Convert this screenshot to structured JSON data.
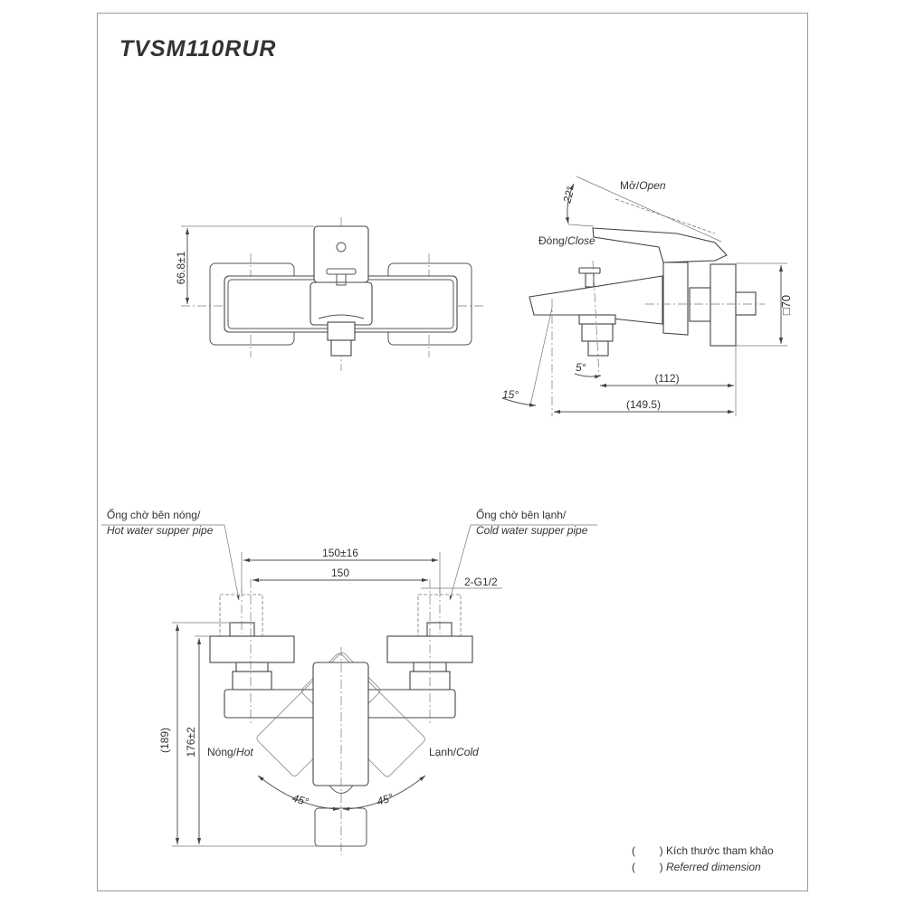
{
  "title": "TVSM110RUR",
  "front_view": {
    "dim_height": "66.8±1"
  },
  "side_view": {
    "open_label": "Mở/",
    "open_label_en": "Open",
    "close_label": "Đóng/",
    "close_label_en": "Close",
    "angle_lever": "22°",
    "angle_spout": "15°",
    "angle_outlet": "5°",
    "dim_112": "(112)",
    "dim_149": "(149.5)",
    "dim_square": "□70"
  },
  "bottom_view": {
    "hot_pipe_vi": "Ống chờ bên nóng/",
    "hot_pipe_en": "Hot water supper pipe",
    "cold_pipe_vi": "Ống chờ bên lạnh/",
    "cold_pipe_en": "Cold water supper pipe",
    "dim_150_16": "150±16",
    "dim_150": "150",
    "thread": "2-G1/2",
    "dim_189": "(189)",
    "dim_176": "176±2",
    "hot_vi": "Nóng/",
    "hot_en": "Hot",
    "cold_vi": "Lạnh/",
    "cold_en": "Cold",
    "angle_left": "45°",
    "angle_right": "45°"
  },
  "legend": {
    "paren": "(        )",
    "vi": "Kích thước tham khảo",
    "en": "Referred dimension"
  }
}
